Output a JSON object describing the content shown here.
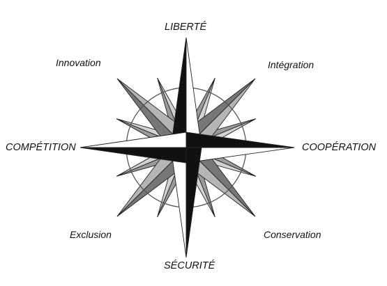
{
  "compass": {
    "north": "LIBERTÉ",
    "south": "SÉCURITÉ",
    "west": "COMPÉTITION",
    "east": "COOPÉRATION",
    "northwest": "Innovation",
    "northeast": "Intégration",
    "southwest": "Exclusion",
    "southeast": "Conservation"
  },
  "colors": {
    "main_dark": "#111111",
    "main_light": "#ffffff",
    "diagonal_dark": "#777777",
    "diagonal_light": "#b5b5b5",
    "minor_dark": "#9a9a9a",
    "minor_light": "#d2d2d2",
    "stroke": "#222222",
    "circle": "#555555"
  }
}
